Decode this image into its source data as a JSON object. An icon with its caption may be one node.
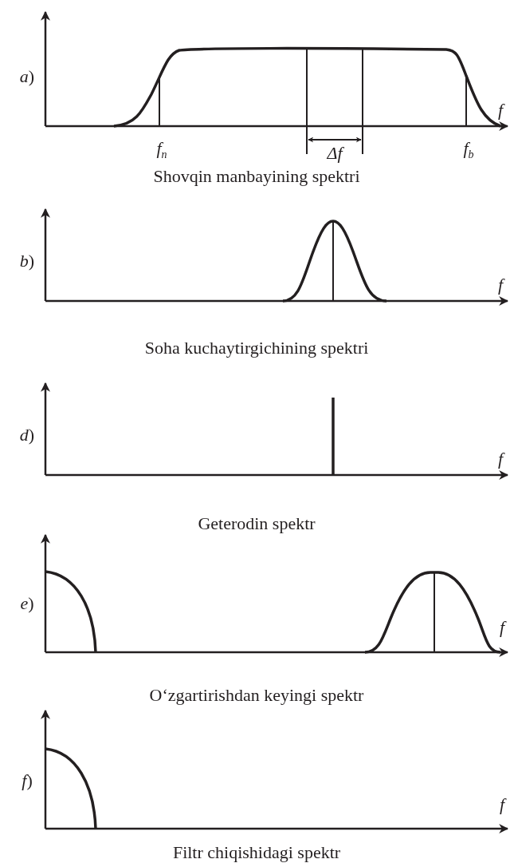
{
  "diagram": {
    "labels": [
      "*a*)",
      "f",
      "*f*$_{n}$",
      "Δf",
      "*f*$_{b}$",
      "Shovqin manbayining spektri",
      "*b*)",
      "f",
      "Soha kuchaytirgichining spektri",
      "*d*)",
      "f",
      "Geterodin spektr",
      "*e*)",
      "f",
      "O‘zgartirishdan keyingi spektr",
      "*f*)",
      "f",
      "Filtr chiqishidagi spektr"
    ]
  }
}
